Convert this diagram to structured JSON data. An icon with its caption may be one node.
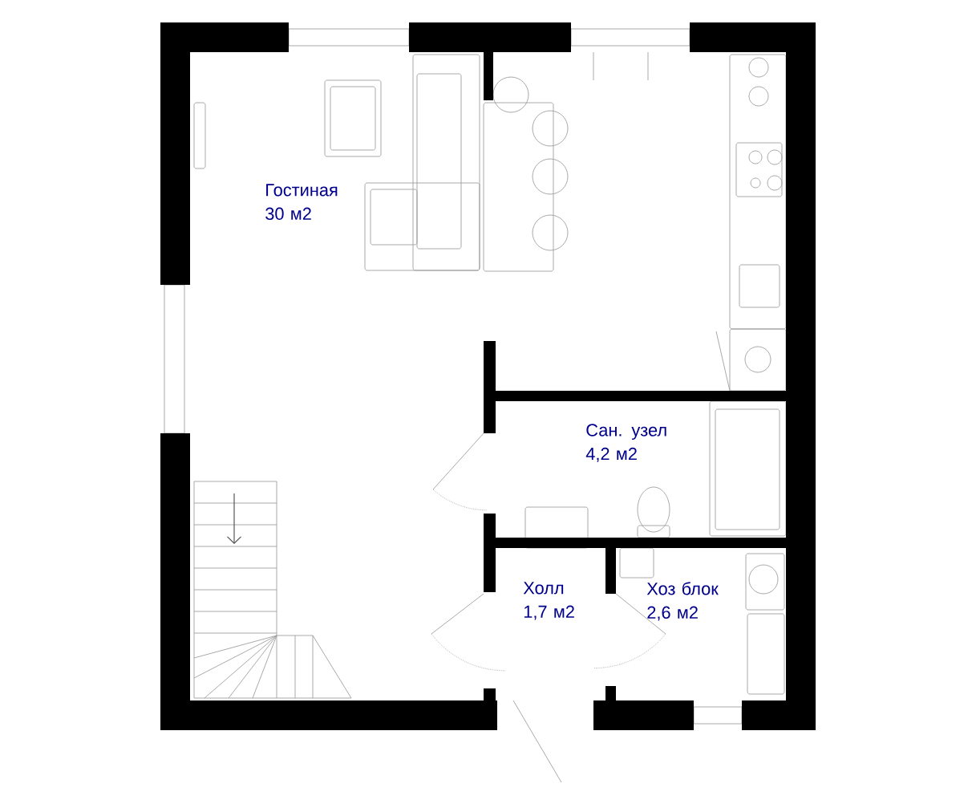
{
  "diagram": {
    "labels": [
      "Гостиная 30 м2",
      "Сан. узел 4,2 м2",
      "Холл 1,7 м2",
      "Хоз блок 2,6 м2"
    ]
  }
}
